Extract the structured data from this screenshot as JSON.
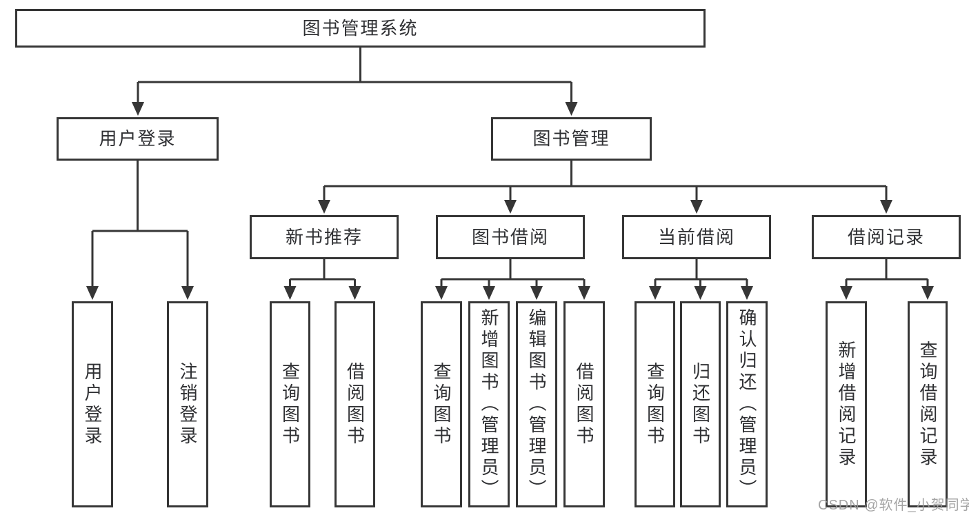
{
  "colors": {
    "background": "#ffffff",
    "line": "#363636",
    "box_border": "#363636",
    "text": "#2f3033",
    "watermark": "#9b9b9b"
  },
  "tree": {
    "label": "图书管理系统",
    "children": [
      {
        "label": "用户登录",
        "children": [
          {
            "label": "用户登录"
          },
          {
            "label": "注销登录"
          }
        ]
      },
      {
        "label": "图书管理",
        "children": [
          {
            "label": "新书推荐",
            "children": [
              {
                "label": "查询图书"
              },
              {
                "label": "借阅图书"
              }
            ]
          },
          {
            "label": "图书借阅",
            "children": [
              {
                "label": "查询图书"
              },
              {
                "label": "新增图书（管理员）"
              },
              {
                "label": "编辑图书（管理员）"
              },
              {
                "label": "借阅图书"
              }
            ]
          },
          {
            "label": "当前借阅",
            "children": [
              {
                "label": "查询图书"
              },
              {
                "label": "归还图书"
              },
              {
                "label": "确认归还（管理员）"
              }
            ]
          },
          {
            "label": "借阅记录",
            "children": [
              {
                "label": "新增借阅记录"
              },
              {
                "label": "查询借阅记录"
              }
            ]
          }
        ]
      }
    ]
  },
  "watermark": {
    "text": "CSDN @软件_小贺同学"
  }
}
